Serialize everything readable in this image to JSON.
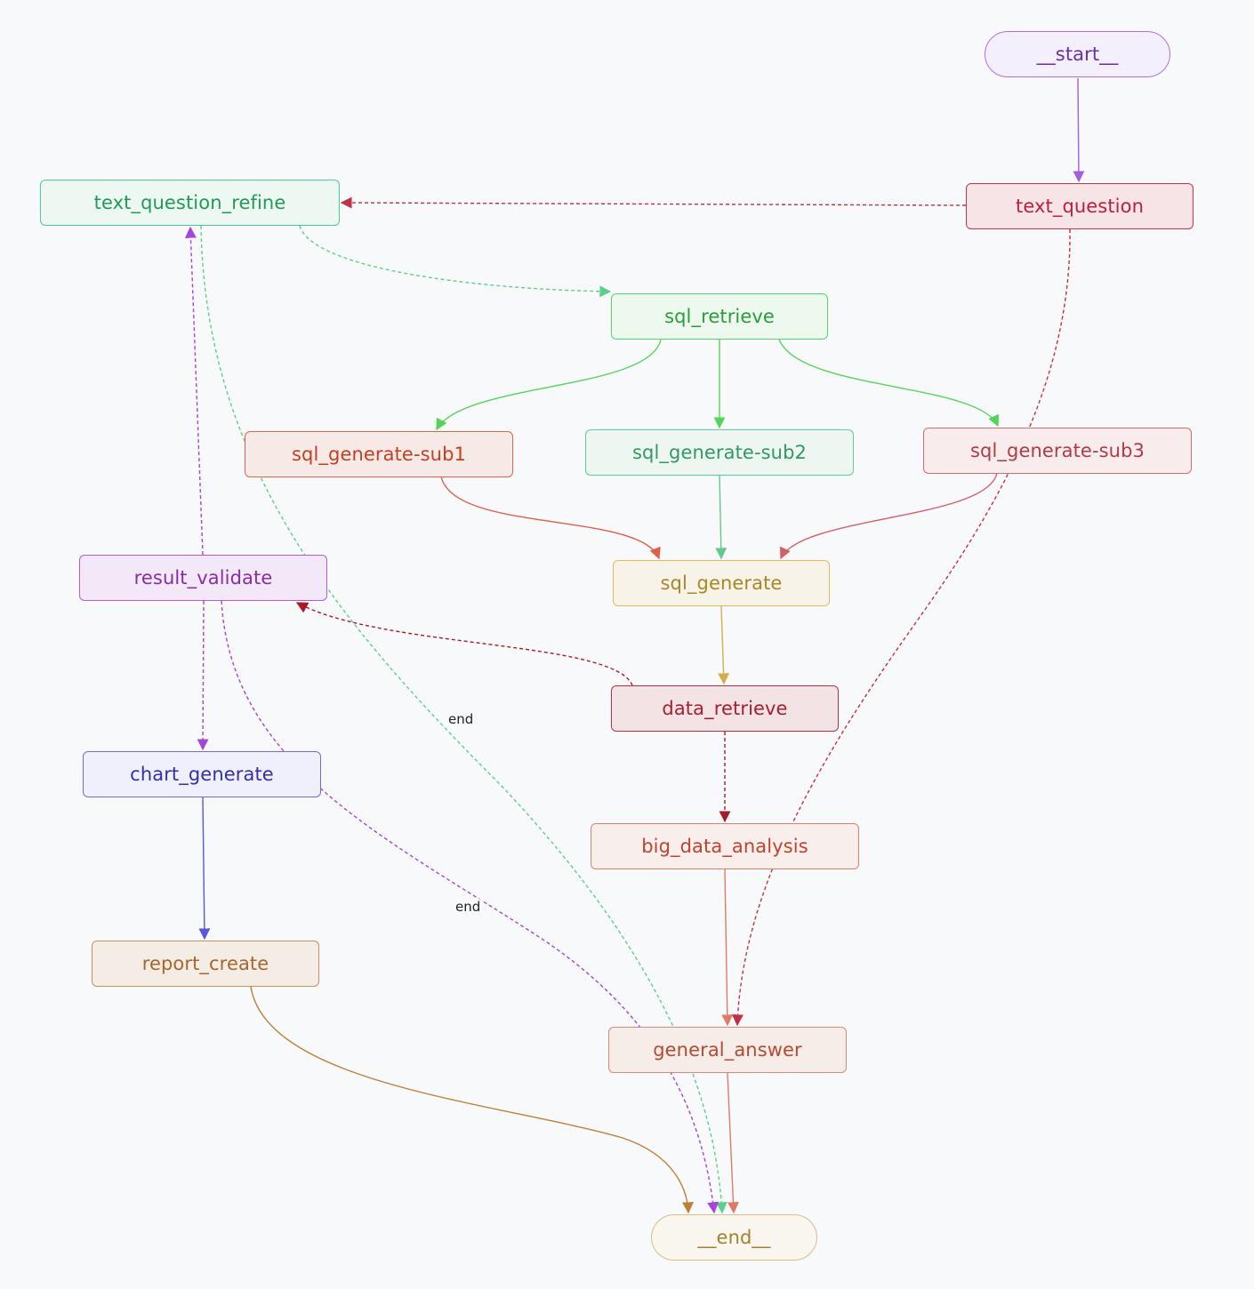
{
  "nodes": {
    "start": {
      "label": "__start__",
      "border": "#b06fe0",
      "bg": "#f3effc",
      "text": "#6b2fa6"
    },
    "text_question_refine": {
      "label": "text_question_refine",
      "border": "#4ccf8a",
      "bg": "#eef8f2",
      "text": "#1f9a58"
    },
    "text_question": {
      "label": "text_question",
      "border": "#c8324a",
      "bg": "#f6e4e7",
      "text": "#b8223c"
    },
    "sql_retrieve": {
      "label": "sql_retrieve",
      "border": "#57d66a",
      "bg": "#edf8ee",
      "text": "#2a9d39"
    },
    "sql_generate_sub1": {
      "label": "sql_generate-sub1",
      "border": "#e0654a",
      "bg": "#f7e9e6",
      "text": "#c43e22"
    },
    "sql_generate_sub2": {
      "label": "sql_generate-sub2",
      "border": "#5ccf9a",
      "bg": "#edf6f1",
      "text": "#2f9a62"
    },
    "sql_generate_sub3": {
      "label": "sql_generate-sub3",
      "border": "#d76b72",
      "bg": "#f8eced",
      "text": "#b03a46"
    },
    "result_validate": {
      "label": "result_validate",
      "border": "#b65ad8",
      "bg": "#f3e8f8",
      "text": "#8a2ca8"
    },
    "sql_generate": {
      "label": "sql_generate",
      "border": "#d9ba5c",
      "bg": "#f7f3e9",
      "text": "#a98724"
    },
    "data_retrieve": {
      "label": "data_retrieve",
      "border": "#b7303f",
      "bg": "#f4e3e5",
      "text": "#a81e30"
    },
    "chart_generate": {
      "label": "chart_generate",
      "border": "#6d6de0",
      "bg": "#f0effc",
      "text": "#3430a8"
    },
    "big_data_analysis": {
      "label": "big_data_analysis",
      "border": "#e08070",
      "bg": "#f8efed",
      "text": "#c0432e"
    },
    "report_create": {
      "label": "report_create",
      "border": "#c9915a",
      "bg": "#f4ede6",
      "text": "#a8662a"
    },
    "general_answer": {
      "label": "general_answer",
      "border": "#d98a76",
      "bg": "#f6ece8",
      "text": "#b54a30"
    },
    "end": {
      "label": "__end__",
      "border": "#d7bf83",
      "bg": "#f8f6ef",
      "text": "#a5802f"
    }
  },
  "edge_labels": [
    "end",
    "end"
  ],
  "colors": {
    "background": "#f8f9fb",
    "purple": "#a25de0",
    "crimson": "#c03047",
    "green": "#5bd08d",
    "bright_green": "#56d45a",
    "teal": "#62c98e",
    "orange_red": "#de6048",
    "rose": "#d56068",
    "violet": "#a445d8",
    "gold": "#d3ae4e",
    "dark_red": "#a9192c",
    "blue": "#5858d8",
    "salmon": "#df7a68",
    "brown": "#be8038"
  }
}
